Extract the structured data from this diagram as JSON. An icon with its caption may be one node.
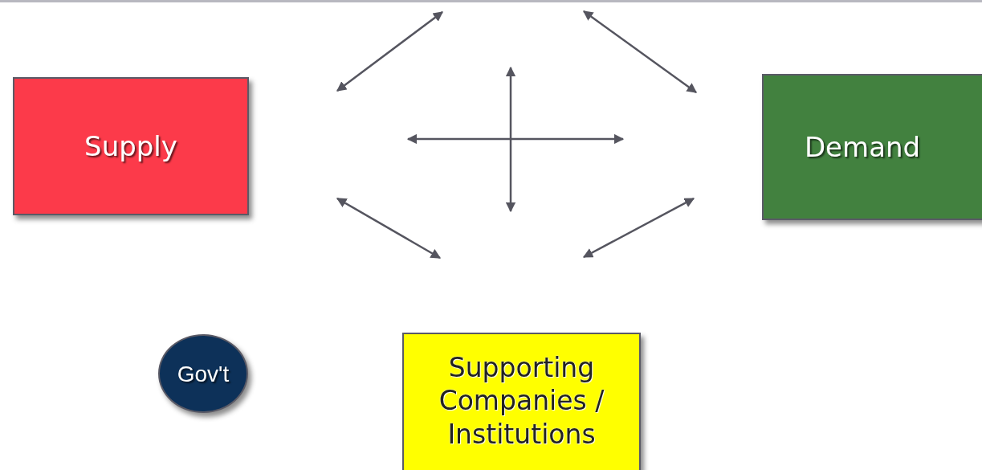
{
  "diagram": {
    "nodes": [
      {
        "text": [
          "Supply"
        ]
      },
      {
        "text": [
          "Demand"
        ]
      },
      {
        "text": [
          "Gov't"
        ]
      },
      {
        "text": [
          "Supporting Companies / Institutions"
        ]
      }
    ]
  }
}
